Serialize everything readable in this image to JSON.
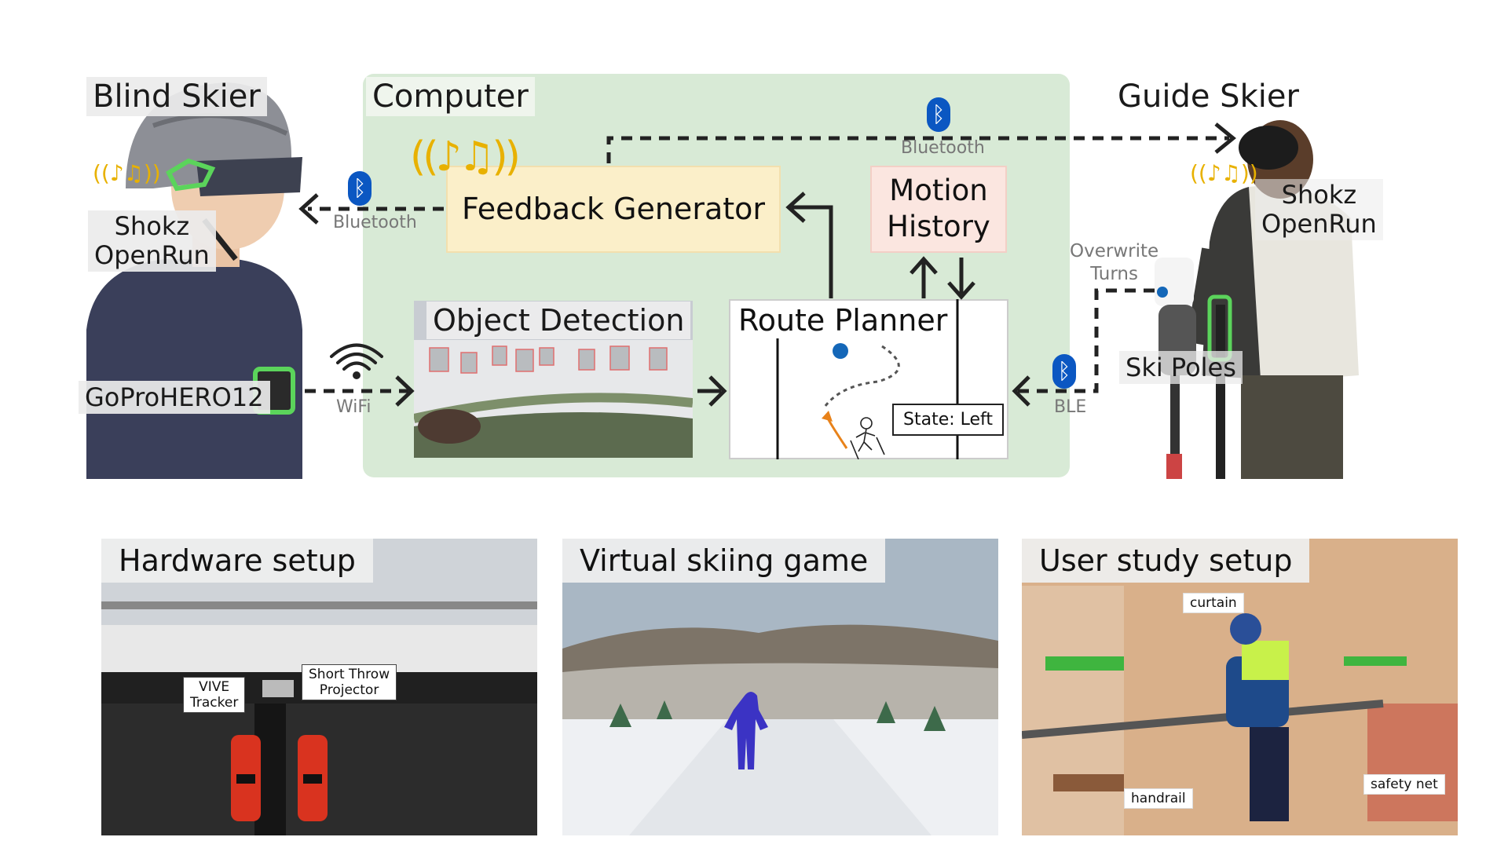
{
  "diagram": {
    "blind_skier": {
      "title": "Blind Skier",
      "headphones": "Shokz\nOpenRun",
      "camera": "GoProHERO12"
    },
    "computer": {
      "title": "Computer",
      "feedback_generator": "Feedback Generator",
      "motion_history": "Motion\nHistory",
      "object_detection": "Object Detection",
      "route_planner": "Route Planner",
      "state": "State: Left"
    },
    "guide_skier": {
      "title": "Guide Skier",
      "headphones": "Shokz\nOpenRun",
      "ski_poles": "Ski Poles",
      "overwrite": "Overwrite\nTurns"
    },
    "links": {
      "bluetooth_top": "Bluetooth",
      "bluetooth_left": "Bluetooth",
      "wifi": "WiFi",
      "ble": "BLE"
    },
    "colors": {
      "computer_bg": "#d8ead6",
      "feedback_bg": "#fbefc9",
      "motion_bg": "#fbe6e0",
      "highlight_green": "#5bd45b",
      "bluetooth_blue": "#0b57c2",
      "music_gold": "#e8b100"
    }
  },
  "photos": {
    "hardware": {
      "title": "Hardware setup",
      "vive": "VIVE\nTracker",
      "projector": "Short Throw\nProjector"
    },
    "virtual": {
      "title": "Virtual skiing game"
    },
    "study": {
      "title": "User study setup",
      "curtain": "curtain",
      "handrail": "handrail",
      "safety_net": "safety net"
    }
  }
}
